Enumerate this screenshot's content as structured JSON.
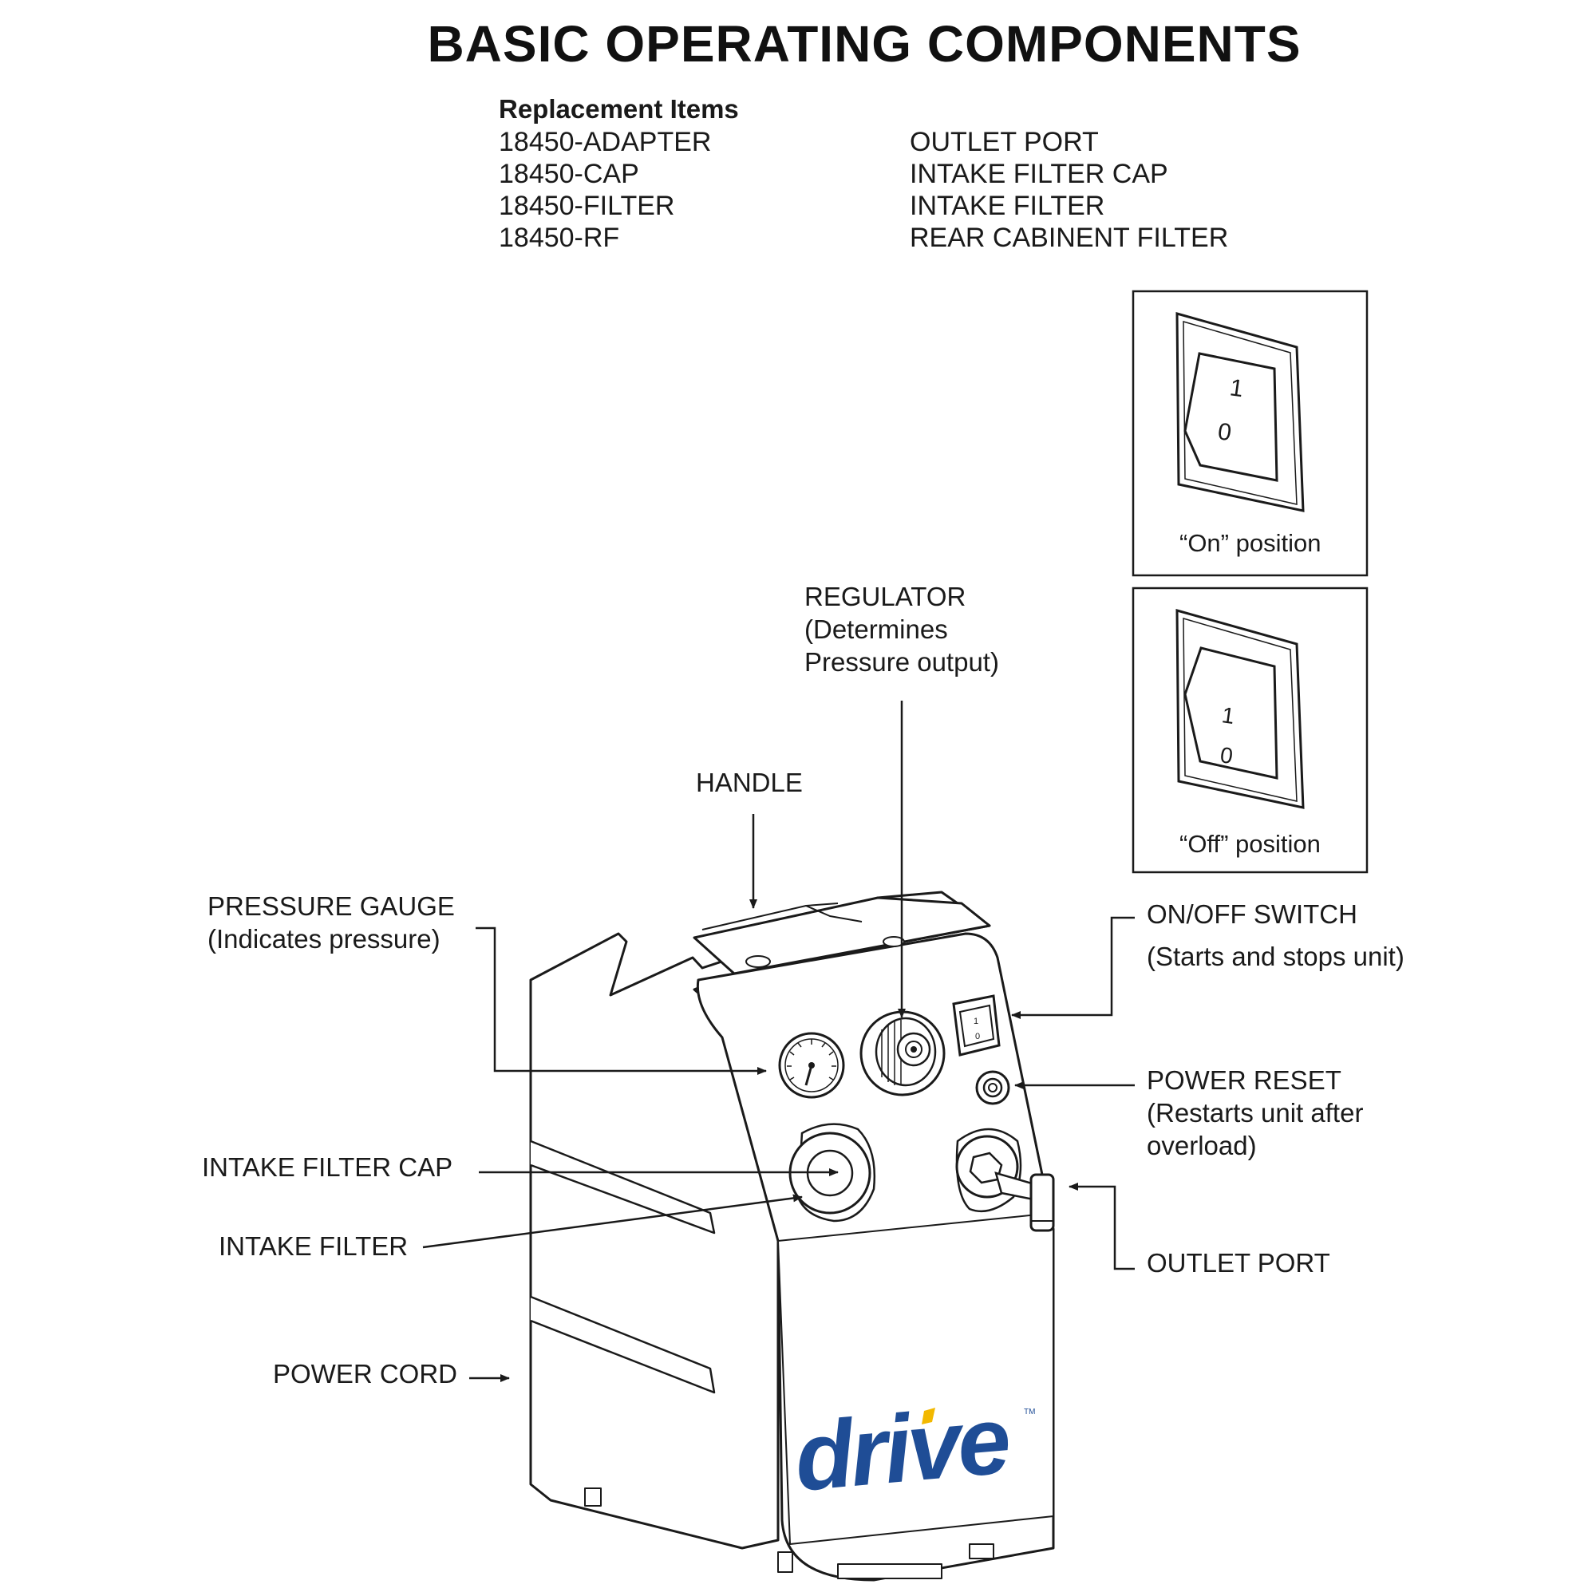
{
  "title": "BASIC OPERATING COMPONENTS",
  "replacement": {
    "heading": "Replacement Items",
    "items": [
      {
        "part": "18450-ADAPTER",
        "name": "OUTLET PORT"
      },
      {
        "part": "18450-CAP",
        "name": "INTAKE FILTER CAP"
      },
      {
        "part": "18450-FILTER",
        "name": "INTAKE FILTER"
      },
      {
        "part": "18450-RF",
        "name": "REAR CABINENT FILTER"
      }
    ]
  },
  "insets": {
    "on_caption": "“On” position",
    "off_caption": "“Off” position",
    "switch_mark_1": "1",
    "switch_mark_0": "0"
  },
  "labels": {
    "regulator": [
      "REGULATOR",
      "(Determines",
      "Pressure output)"
    ],
    "handle": "HANDLE",
    "pressure_gauge": [
      "PRESSURE GAUGE",
      "(Indicates pressure)"
    ],
    "on_off_switch": [
      "ON/OFF SWITCH",
      "(Starts and stops unit)"
    ],
    "power_reset": [
      "POWER RESET",
      "(Restarts unit after",
      "overload)"
    ],
    "intake_filter_cap": "INTAKE FILTER CAP",
    "intake_filter": "INTAKE FILTER",
    "outlet_port": "OUTLET PORT",
    "power_cord": "POWER CORD"
  },
  "logo": {
    "text": "drive",
    "tm": "TM",
    "blue": "#1f4d96",
    "yellow": "#f2b800"
  },
  "colors": {
    "line": "#1a1a1a",
    "background": "#ffffff"
  }
}
